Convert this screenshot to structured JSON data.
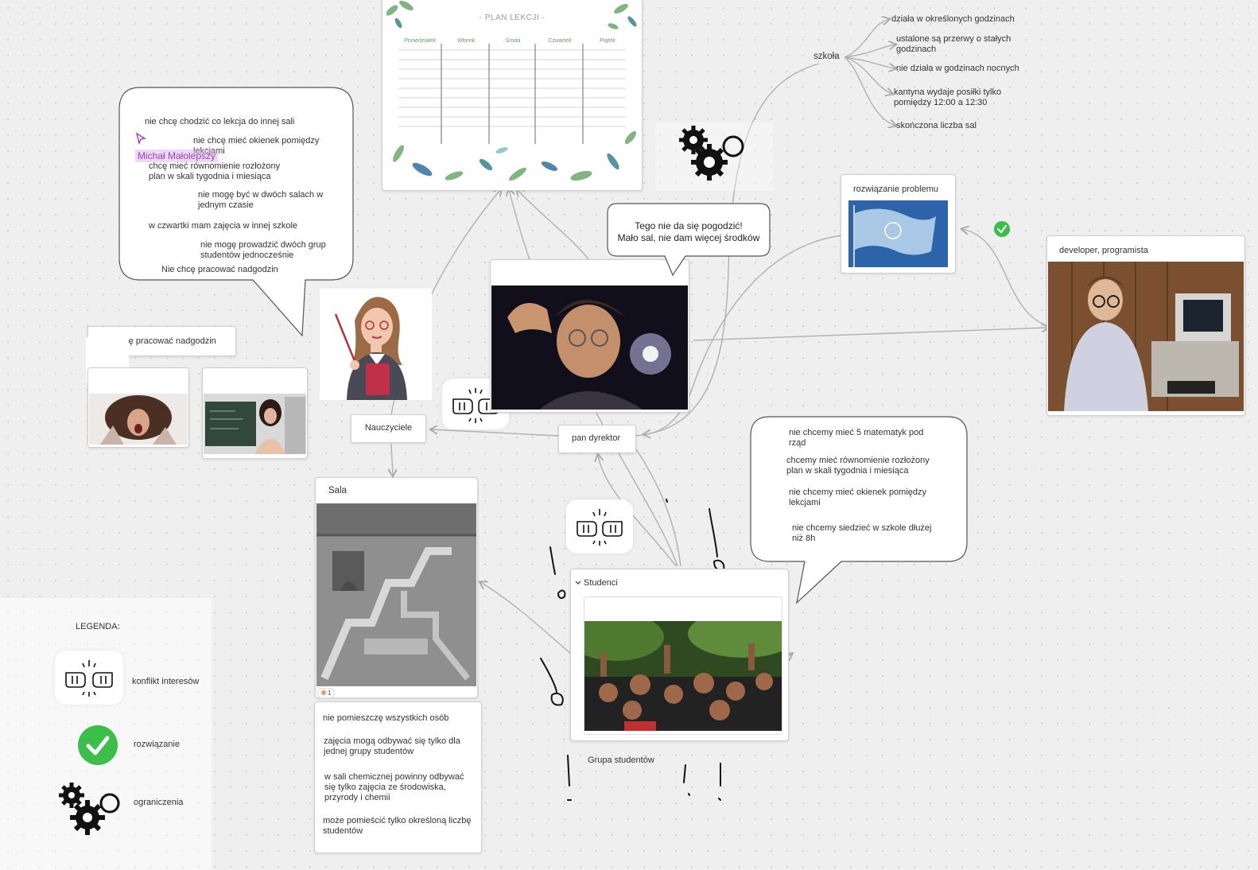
{
  "plan_lekcji": {
    "title": "- PLAN LEKCJI -",
    "days": [
      "Poniedziałek",
      "Wtorek",
      "Środa",
      "Czwartek",
      "Piątek"
    ]
  },
  "teacher_bubble": {
    "items": [
      "nie chcę chodzić co lekcja do innej sali",
      "nie chcę mieć okienek pomiędzy lekcjami",
      "chcę mieć równomienie rozłożony plan w skali tygodnia i miesiąca",
      "nie mogę być w dwóch salach w jednym czasie",
      "w czwartki mam zajęcia w innej szkole",
      "nie mogę prowadzić dwóch grup studentów jednocześnie",
      "Nie chcę pracować nadgodzin"
    ]
  },
  "cursor_user": "Michał Małolepszy",
  "overtime_card": "Nie chcę pracować nadgodzin",
  "szkola": {
    "label": "szkoła",
    "items": [
      "działa w określonych godzinach",
      "ustalone są przerwy o stałych godzinach",
      "nie działa w godzinach nocnych",
      "kantyna wydaje posiłki tylko pomiędzy 12:00 a 12:30",
      "skończona liczba sal"
    ]
  },
  "director_bubble": "Tego nie da się pogodzić!\nMało sal, nie dam więcej środków",
  "solution_card": {
    "title": "rozwiązanie problemu"
  },
  "developer_card": {
    "title": "developer, programista"
  },
  "nodes": {
    "nauczyciele": "Nauczyciele",
    "dyrektor": "pan dyrektor",
    "sala": "Sala",
    "studenci": "Studenci",
    "grupa": "Grupa studentów",
    "sala_reactions": "1"
  },
  "students_bubble": {
    "items": [
      "nie chcemy mieć 5 matematyk pod rząd",
      "chcemy mieć równomienie rozłożony plan w skali tygodnia i miesiąca",
      "nie chcemy mieć okienek pomiędzy lekcjami",
      "nie chcemy siedzieć w szkole dłużej niż 8h"
    ]
  },
  "sala_notes": {
    "items": [
      "nie pomieszczę  wszystkich osób",
      "zajęcia mogą odbywać się tylko dla jednej grupy studentów",
      "w sali chemicznej powinny odbywać się tylko zajęcia ze środowiska, przyrody i chemii",
      "może pomieścić tylko określoną liczbę studentów"
    ]
  },
  "legend": {
    "title": "LEGENDA:",
    "conflict": "konflikt interesów",
    "solution": "rozwiązanie",
    "constraints": "ograniczenia"
  },
  "icons": [
    "fist-bump-icon",
    "check-icon",
    "gears-icon",
    "cursor-icon",
    "chevron-down-icon"
  ],
  "colors": {
    "check": "#3cbf4a",
    "cursor": "#9b3fbf",
    "connector": "#a8a8a8"
  }
}
